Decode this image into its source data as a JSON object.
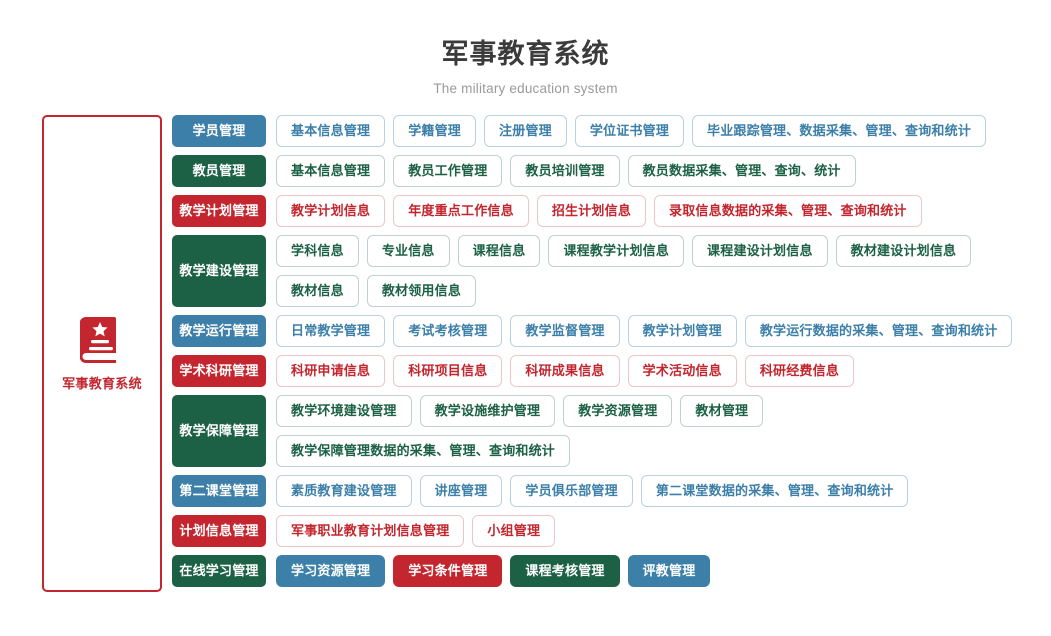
{
  "header": {
    "title": "军事教育系统",
    "subtitle": "The military education system"
  },
  "sidebar": {
    "icon": "book-star-icon",
    "label": "军事教育系统",
    "border_color": "#c3262e"
  },
  "palette": {
    "blue": "#3c7fa8",
    "green": "#1c6145",
    "red": "#c3262e"
  },
  "rows": [
    {
      "category": "学员管理",
      "color": "blue",
      "solid_items": false,
      "items": [
        "基本信息管理",
        "学籍管理",
        "注册管理",
        "学位证书管理",
        "毕业跟踪管理、数据采集、管理、查询和统计"
      ]
    },
    {
      "category": "教员管理",
      "color": "green",
      "solid_items": false,
      "items": [
        "基本信息管理",
        "教员工作管理",
        "教员培训管理",
        "教员数据采集、管理、查询、统计"
      ]
    },
    {
      "category": "教学计划管理",
      "color": "red",
      "solid_items": false,
      "items": [
        "教学计划信息",
        "年度重点工作信息",
        "招生计划信息",
        "录取信息数据的采集、管理、查询和统计"
      ]
    },
    {
      "category": "教学建设管理",
      "color": "green",
      "solid_items": false,
      "items": [
        "学科信息",
        "专业信息",
        "课程信息",
        "课程教学计划信息",
        "课程建设计划信息",
        "教材建设计划信息",
        "教材信息",
        "教材领用信息"
      ]
    },
    {
      "category": "教学运行管理",
      "color": "blue",
      "solid_items": false,
      "items": [
        "日常教学管理",
        "考试考核管理",
        "教学监督管理",
        "教学计划管理",
        "教学运行数据的采集、管理、查询和统计"
      ]
    },
    {
      "category": "学术科研管理",
      "color": "red",
      "solid_items": false,
      "items": [
        "科研申请信息",
        "科研项目信息",
        "科研成果信息",
        "学术活动信息",
        "科研经费信息"
      ]
    },
    {
      "category": "教学保障管理",
      "color": "green",
      "solid_items": false,
      "items": [
        "教学环境建设管理",
        "教学设施维护管理",
        "教学资源管理",
        "教材管理",
        "教学保障管理数据的采集、管理、查询和统计"
      ]
    },
    {
      "category": "第二课堂管理",
      "color": "blue",
      "solid_items": false,
      "items": [
        "素质教育建设管理",
        "讲座管理",
        "学员俱乐部管理",
        "第二课堂数据的采集、管理、查询和统计"
      ]
    },
    {
      "category": "计划信息管理",
      "color": "red",
      "solid_items": false,
      "items": [
        "军事职业教育计划信息管理",
        "小组管理"
      ]
    },
    {
      "category": "在线学习管理",
      "color": "green",
      "solid_items": true,
      "items": [
        "学习资源管理",
        "学习条件管理",
        "课程考核管理",
        "评教管理"
      ],
      "item_colors": [
        "blue",
        "red",
        "green",
        "blue"
      ]
    }
  ]
}
